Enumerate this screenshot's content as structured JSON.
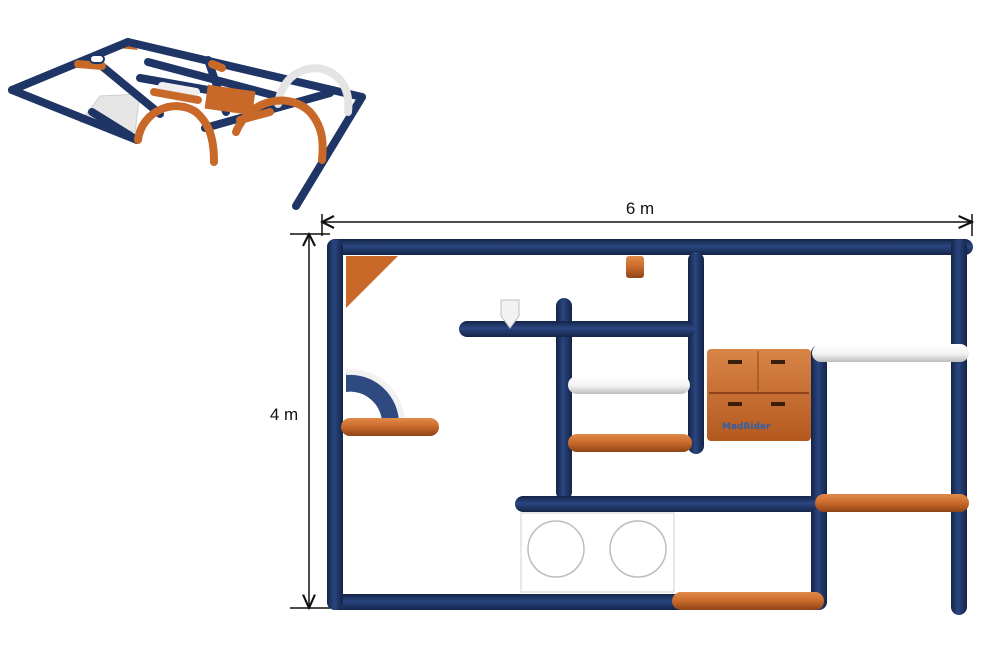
{
  "diagram": {
    "width_label": "6 m",
    "height_label": "4 m",
    "logo_text": "MadRider"
  },
  "colors": {
    "frame_blue": "#1f3566",
    "orange": "#c8692a",
    "white_tube": "#f4f4f4",
    "dim_line": "#111111"
  },
  "elements": {
    "perspective_view": "3d-perspective-view",
    "top_view": "top-view-plan"
  }
}
